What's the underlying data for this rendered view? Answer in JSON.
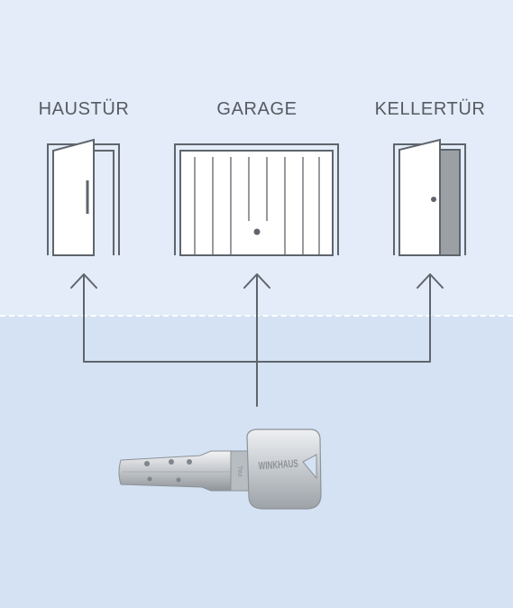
{
  "labels": {
    "haustuer": "HAUSTÜR",
    "garage": "GARAGE",
    "kellertuer": "KELLERTÜR"
  },
  "key": {
    "brand_mark": "WINKHAUS",
    "profile_mark": "PAL"
  },
  "colors": {
    "background_top": "#e3ecf8",
    "background_bottom": "#d4e2f4",
    "line": "#5f656c",
    "door_fill": "#ffffff",
    "cellar_shade": "#9aa0a4",
    "key_metal": "#c9cdd1"
  }
}
